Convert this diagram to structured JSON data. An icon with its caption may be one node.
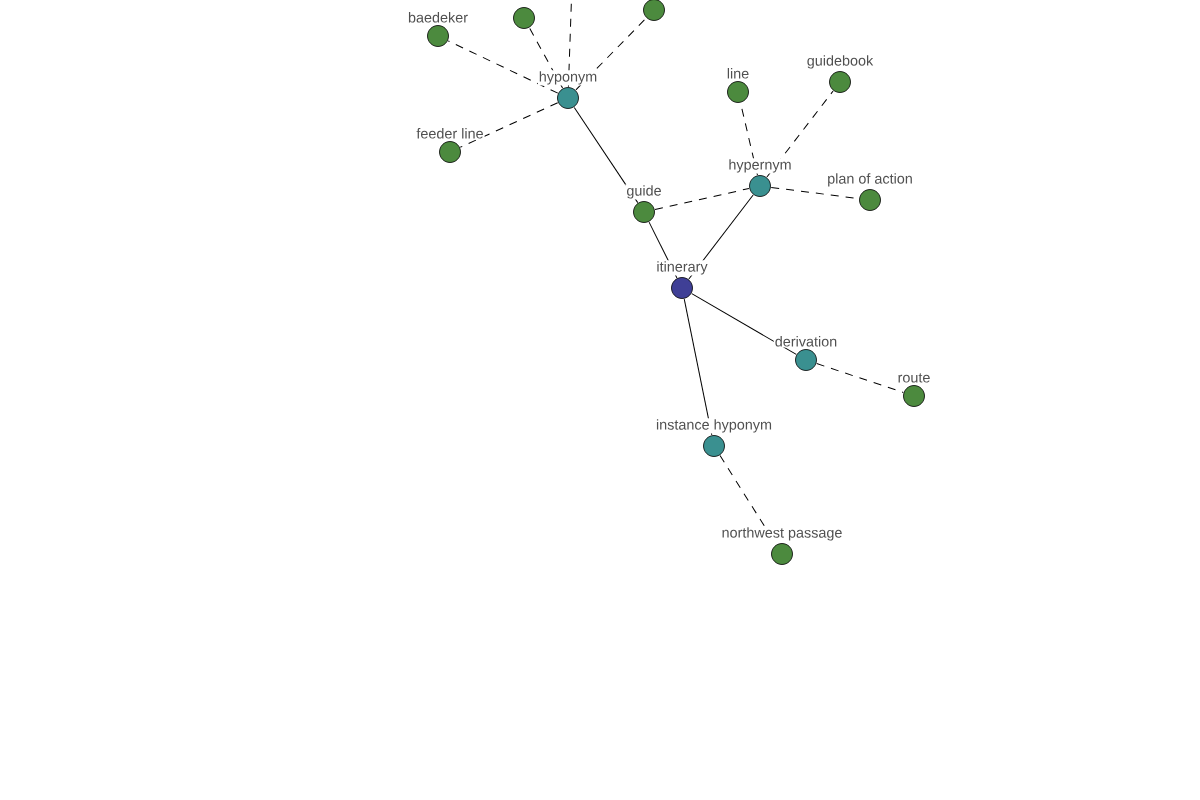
{
  "diagram": {
    "nodes": [
      {
        "text": [
          "itinerary"
        ]
      },
      {
        "text": [
          "hyponym"
        ]
      },
      {
        "text": [
          "hypernym"
        ]
      },
      {
        "text": [
          "derivation"
        ]
      },
      {
        "text": [
          "instance hyponym"
        ]
      },
      {
        "text": [
          "guide"
        ]
      },
      {
        "text": [
          "baedeker"
        ]
      },
      {
        "text": [
          "feeder line"
        ]
      },
      {
        "text": [
          "line"
        ]
      },
      {
        "text": [
          "guidebook"
        ]
      },
      {
        "text": [
          "plan of action"
        ]
      },
      {
        "text": [
          "route"
        ]
      },
      {
        "text": [
          "northwest passage"
        ]
      },
      {
        "text": [],
        "shape": "circle"
      },
      {
        "text": [],
        "shape": "circle"
      }
    ],
    "edges": [
      {
        "from": 0,
        "to": 5,
        "arrow": "none"
      },
      {
        "from": 5,
        "to": 1,
        "arrow": "none"
      },
      {
        "from": 0,
        "to": 2,
        "arrow": "none"
      },
      {
        "from": 0,
        "to": 3,
        "arrow": "none"
      },
      {
        "from": 0,
        "to": 4,
        "arrow": "none"
      },
      {
        "from": 1,
        "to": 6,
        "arrow": "none",
        "style": "dashed"
      },
      {
        "from": 1,
        "to": 7,
        "arrow": "none",
        "style": "dashed"
      },
      {
        "from": 1,
        "to": 13,
        "arrow": "none",
        "style": "dashed"
      },
      {
        "from": 1,
        "to": null,
        "arrow": "none",
        "style": "dashed"
      },
      {
        "from": 1,
        "to": 14,
        "arrow": "none",
        "style": "dashed"
      },
      {
        "from": 5,
        "to": 2,
        "arrow": "none",
        "style": "dashed"
      },
      {
        "from": 2,
        "to": 8,
        "arrow": "none",
        "style": "dashed"
      },
      {
        "from": 2,
        "to": 9,
        "arrow": "none",
        "style": "dashed"
      },
      {
        "from": 2,
        "to": 10,
        "arrow": "none",
        "style": "dashed"
      },
      {
        "from": 3,
        "to": 11,
        "arrow": "none",
        "style": "dashed"
      },
      {
        "from": 4,
        "to": 12,
        "arrow": "none",
        "style": "dashed"
      }
    ]
  }
}
